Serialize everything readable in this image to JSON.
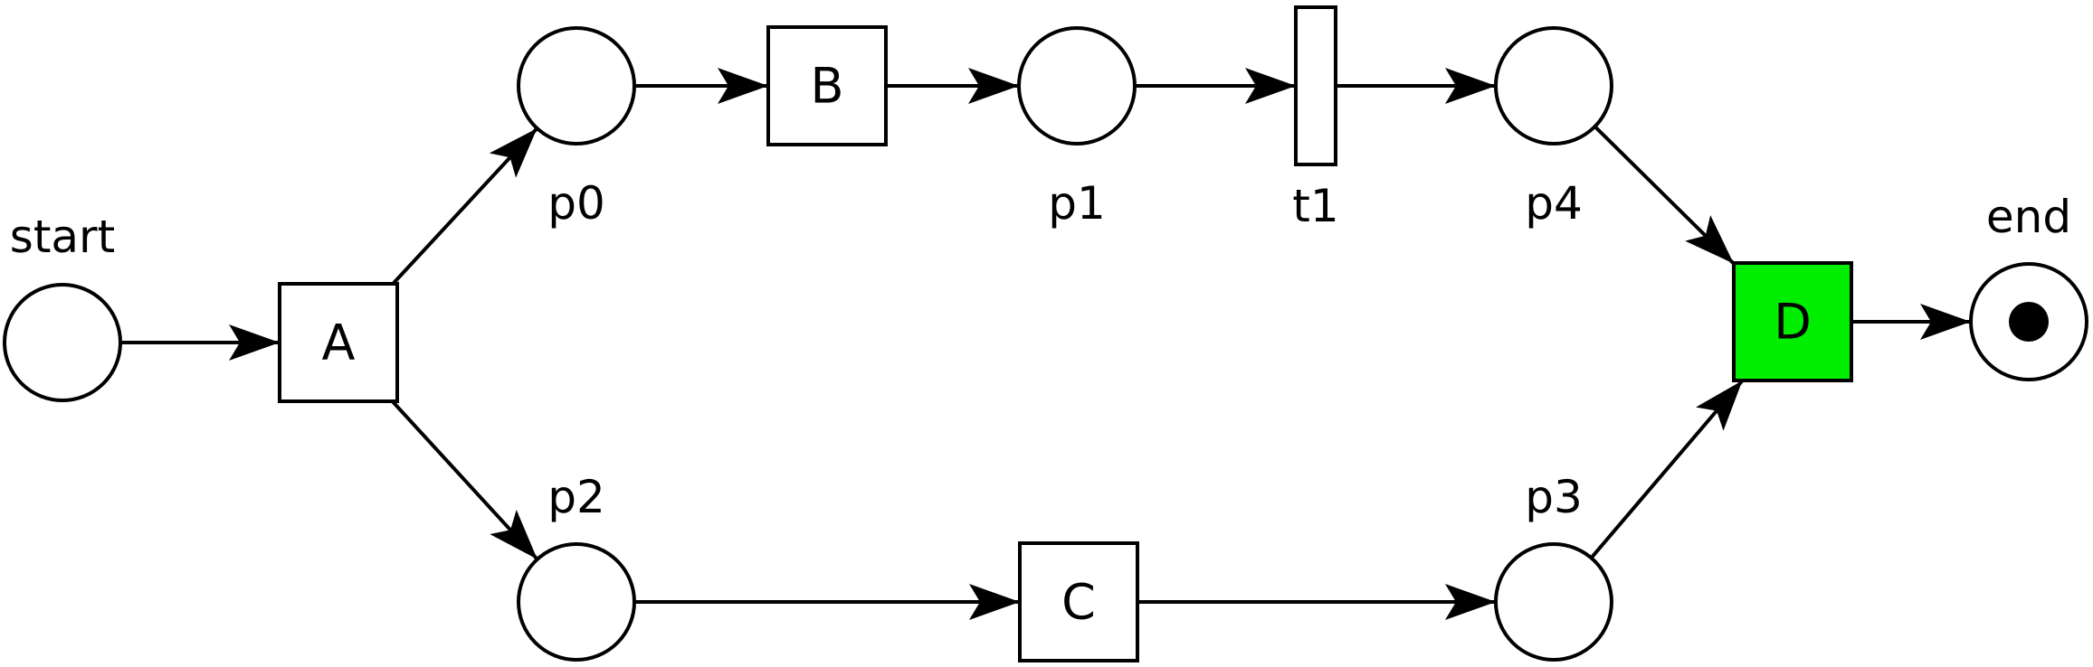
{
  "diagram": {
    "type": "petri-net",
    "colors": {
      "stroke": "#000000",
      "fill": "#ffffff",
      "highlight": "#00ee00",
      "token": "#000000"
    },
    "places": [
      {
        "id": "start",
        "label": "start",
        "tokens": 0
      },
      {
        "id": "p0",
        "label": "p0",
        "tokens": 0
      },
      {
        "id": "p1",
        "label": "p1",
        "tokens": 0
      },
      {
        "id": "p4",
        "label": "p4",
        "tokens": 0
      },
      {
        "id": "p2",
        "label": "p2",
        "tokens": 0
      },
      {
        "id": "p3",
        "label": "p3",
        "tokens": 0
      },
      {
        "id": "end",
        "label": "end",
        "tokens": 1
      }
    ],
    "transitions": [
      {
        "id": "A",
        "label": "A",
        "silent": false,
        "highlighted": false
      },
      {
        "id": "B",
        "label": "B",
        "silent": false,
        "highlighted": false
      },
      {
        "id": "t1",
        "label": "t1",
        "silent": true,
        "highlighted": false
      },
      {
        "id": "C",
        "label": "C",
        "silent": false,
        "highlighted": false
      },
      {
        "id": "D",
        "label": "D",
        "silent": false,
        "highlighted": true
      }
    ],
    "arcs": [
      {
        "from": "start",
        "to": "A"
      },
      {
        "from": "A",
        "to": "p0"
      },
      {
        "from": "A",
        "to": "p2"
      },
      {
        "from": "p0",
        "to": "B"
      },
      {
        "from": "B",
        "to": "p1"
      },
      {
        "from": "p1",
        "to": "t1"
      },
      {
        "from": "t1",
        "to": "p4"
      },
      {
        "from": "p4",
        "to": "D"
      },
      {
        "from": "p2",
        "to": "C"
      },
      {
        "from": "C",
        "to": "p3"
      },
      {
        "from": "p3",
        "to": "D"
      },
      {
        "from": "D",
        "to": "end"
      }
    ]
  }
}
